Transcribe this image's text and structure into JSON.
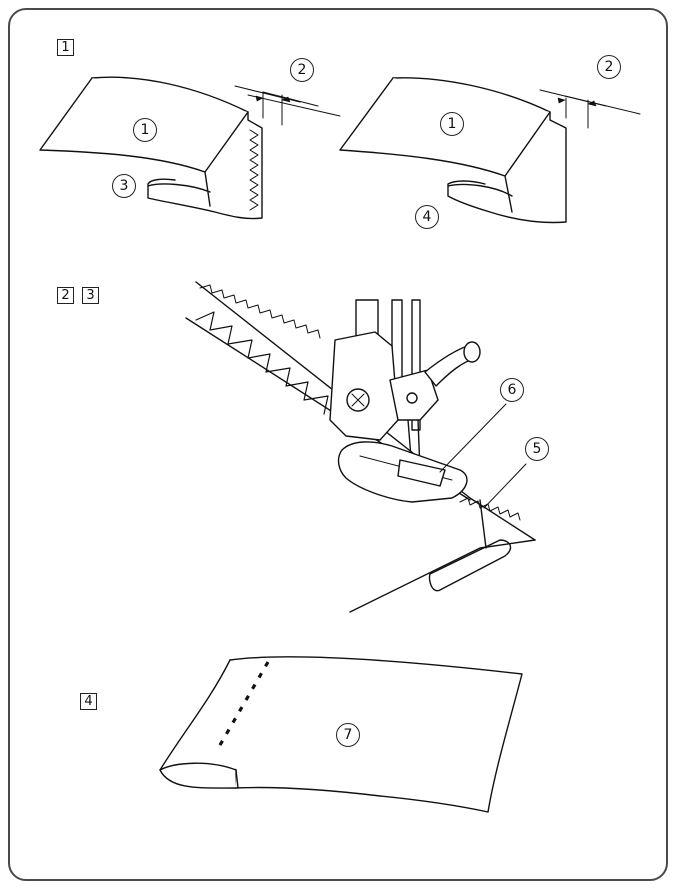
{
  "steps": {
    "s1": "1",
    "s2": "2",
    "s3": "3",
    "s4": "4"
  },
  "callouts": {
    "c1a": "1",
    "c2a": "2",
    "c3": "3",
    "c1b": "1",
    "c2b": "2",
    "c4": "4",
    "c6": "6",
    "c5": "5",
    "c7": "7"
  },
  "icons": [
    "fabric-fold-overcast-illustration",
    "fabric-fold-illustration",
    "presser-foot-illustration",
    "finished-hem-illustration"
  ]
}
